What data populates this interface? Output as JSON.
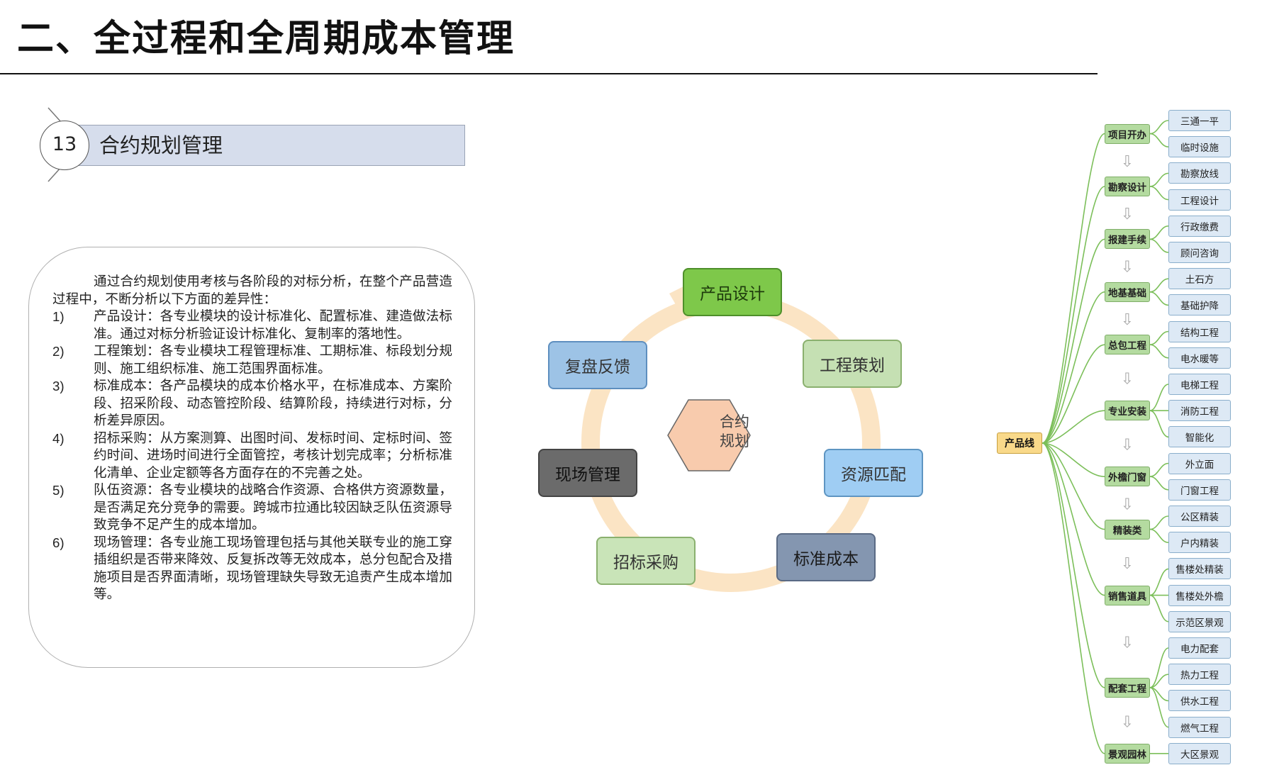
{
  "page": {
    "title": "二、全过程和全周期成本管理"
  },
  "section": {
    "number": "13",
    "label": "合约规划管理"
  },
  "text": {
    "intro": "通过合约规划使用考核与各阶段的对标分析，在整个产品营造过程中，不断分析以下方面的差异性：",
    "items": [
      {
        "num": "1)",
        "body": "产品设计：各专业模块的设计标准化、配置标准、建造做法标准。通过对标分析验证设计标准化、复制率的落地性。"
      },
      {
        "num": "2)",
        "body": "工程策划：各专业模块工程管理标准、工期标准、标段划分规则、施工组织标准、施工范围界面标准。"
      },
      {
        "num": "3)",
        "body": "标准成本：各产品模块的成本价格水平，在标准成本、方案阶段、招采阶段、动态管控阶段、结算阶段，持续进行对标，分析差异原因。"
      },
      {
        "num": "4)",
        "body": "招标采购：从方案测算、出图时间、发标时间、定标时间、签约时间、进场时间进行全面管控，考核计划完成率；分析标准化清单、企业定额等各方面存在的不完善之处。"
      },
      {
        "num": "5)",
        "body": "队伍资源：各专业模块的战略合作资源、合格供方资源数量，是否满足充分竞争的需要。跨城市拉通比较因缺乏队伍资源导致竞争不足产生的成本增加。"
      },
      {
        "num": "6)",
        "body": "现场管理：各专业施工现场管理包括与其他关联专业的施工穿插组织是否带来降效、反复拆改等无效成本，总分包配合及措施项目是否界面清晰，现场管理缺失导致无追责产生成本增加等。"
      }
    ]
  },
  "cycle": {
    "center": [
      "合约",
      "规划"
    ],
    "stages": [
      {
        "label": "产品设计",
        "fill": "#7ec84a",
        "stroke": "#4e8f2a",
        "color": "#1d3a0c"
      },
      {
        "label": "工程策划",
        "fill": "#c5e0b3",
        "stroke": "#8ab06e",
        "color": "#333333"
      },
      {
        "label": "资源匹配",
        "fill": "#9fcdf3",
        "stroke": "#5e95c2",
        "color": "#333333"
      },
      {
        "label": "标准成本",
        "fill": "#8496b0",
        "stroke": "#5a6a84",
        "color": "#1a1a1a"
      },
      {
        "label": "招标采购",
        "fill": "#c9e4b8",
        "stroke": "#8ab06e",
        "color": "#333333"
      },
      {
        "label": "现场管理",
        "fill": "#6b6b6b",
        "stroke": "#444444",
        "color": "#111111"
      },
      {
        "label": "复盘反馈",
        "fill": "#9dc3e6",
        "stroke": "#5e8fbf",
        "color": "#333333"
      }
    ],
    "ring_color": "#fbe4c4",
    "hex_fill": "#f8cbad",
    "hex_stroke": "#666666"
  },
  "tree": {
    "root": "产品线",
    "line_color": "#7cbf5a",
    "arrow_glyph": "⇩",
    "categories": [
      {
        "label": "项目开办",
        "children": [
          "三通一平",
          "临时设施"
        ]
      },
      {
        "label": "勘察设计",
        "children": [
          "勘察放线",
          "工程设计"
        ]
      },
      {
        "label": "报建手续",
        "children": [
          "行政缴费",
          "顾问咨询"
        ]
      },
      {
        "label": "地基基础",
        "children": [
          "土石方",
          "基础护降"
        ]
      },
      {
        "label": "总包工程",
        "children": [
          "结构工程",
          "电水暖等"
        ]
      },
      {
        "label": "专业安装",
        "children": [
          "电梯工程",
          "消防工程",
          "智能化"
        ]
      },
      {
        "label": "外檐门窗",
        "children": [
          "外立面",
          "门窗工程"
        ]
      },
      {
        "label": "精装类",
        "children": [
          "公区精装",
          "户内精装"
        ]
      },
      {
        "label": "销售道具",
        "children": [
          "售楼处精装",
          "售楼处外檐",
          "示范区景观"
        ]
      },
      {
        "label": "配套工程",
        "children": [
          "电力配套",
          "热力工程",
          "供水工程",
          "燃气工程"
        ]
      },
      {
        "label": "景观园林",
        "children": [
          "大区景观"
        ]
      }
    ]
  }
}
